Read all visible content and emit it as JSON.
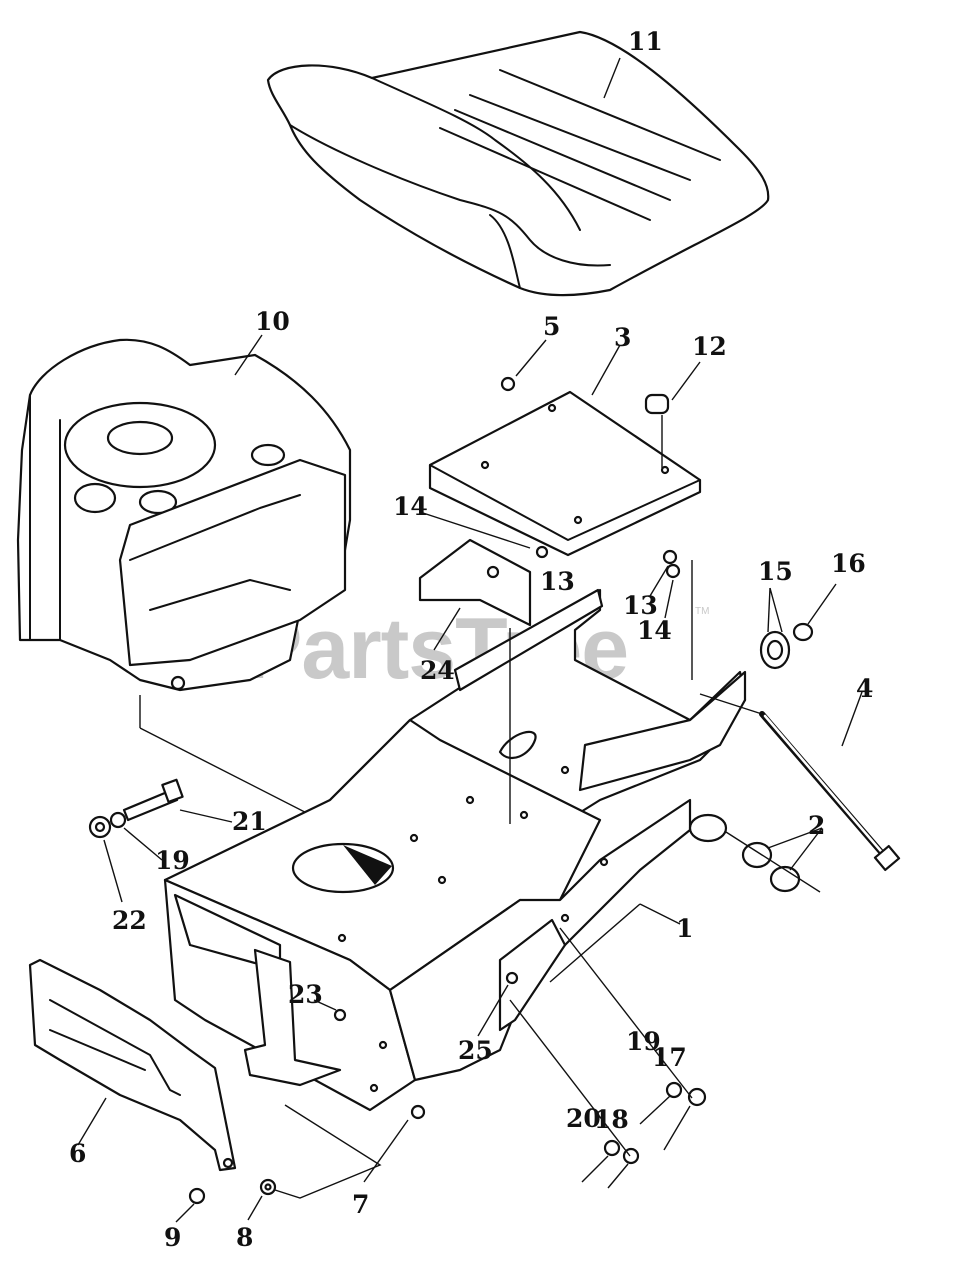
{
  "diagram": {
    "watermark": "PartsTree",
    "watermark_mark": "TM",
    "callouts": [
      {
        "id": "c11",
        "label": "11"
      },
      {
        "id": "c10",
        "label": "10"
      },
      {
        "id": "c5",
        "label": "5"
      },
      {
        "id": "c3",
        "label": "3"
      },
      {
        "id": "c12",
        "label": "12"
      },
      {
        "id": "c14a",
        "label": "14"
      },
      {
        "id": "c13a",
        "label": "13"
      },
      {
        "id": "c13b",
        "label": "13"
      },
      {
        "id": "c14b",
        "label": "14"
      },
      {
        "id": "c15",
        "label": "15"
      },
      {
        "id": "c16",
        "label": "16"
      },
      {
        "id": "c24",
        "label": "24"
      },
      {
        "id": "c4",
        "label": "4"
      },
      {
        "id": "c21",
        "label": "21"
      },
      {
        "id": "c19a",
        "label": "19"
      },
      {
        "id": "c22",
        "label": "22"
      },
      {
        "id": "c2",
        "label": "2"
      },
      {
        "id": "c1",
        "label": "1"
      },
      {
        "id": "c23",
        "label": "23"
      },
      {
        "id": "c25",
        "label": "25"
      },
      {
        "id": "c19b",
        "label": "19"
      },
      {
        "id": "c17",
        "label": "17"
      },
      {
        "id": "c20",
        "label": "20"
      },
      {
        "id": "c18",
        "label": "18"
      },
      {
        "id": "c6",
        "label": "6"
      },
      {
        "id": "c7",
        "label": "7"
      },
      {
        "id": "c9",
        "label": "9"
      },
      {
        "id": "c8",
        "label": "8"
      }
    ]
  }
}
